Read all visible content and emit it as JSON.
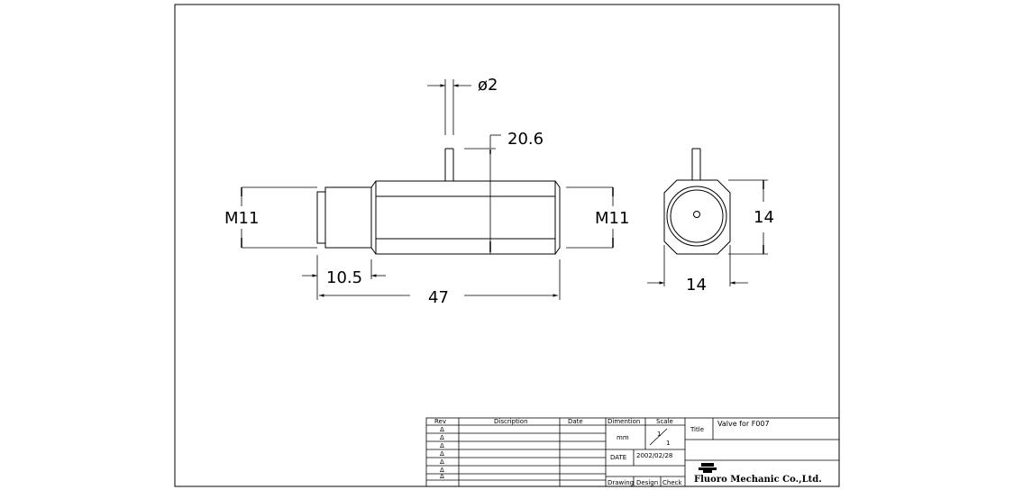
{
  "dimensions": {
    "pin_diameter": "ø2",
    "height": "20.6",
    "thread_left": "M11",
    "thread_right": "M11",
    "shoulder_length": "10.5",
    "overall_length": "47",
    "hex_height": "14",
    "hex_width": "14"
  },
  "title_block": {
    "headers": {
      "rev": "Rev",
      "description": "Discription",
      "date": "Date",
      "dimention": "Dimention",
      "scale": "Scale",
      "title": "Title"
    },
    "rev_marks": [
      "Δ",
      "Δ",
      "Δ",
      "Δ",
      "Δ",
      "Δ",
      "Δ"
    ],
    "unit": "mm",
    "scale_num": "1",
    "scale_den": "1",
    "date_label": "DATE",
    "date_value": "2002/02/28",
    "title_value": "Valve for F007",
    "roles": [
      "Drawing",
      "Design",
      "Check"
    ],
    "company": "Fluoro Mechanic Co.,Ltd."
  },
  "colors": {
    "line": "#000000",
    "background": "#ffffff"
  }
}
